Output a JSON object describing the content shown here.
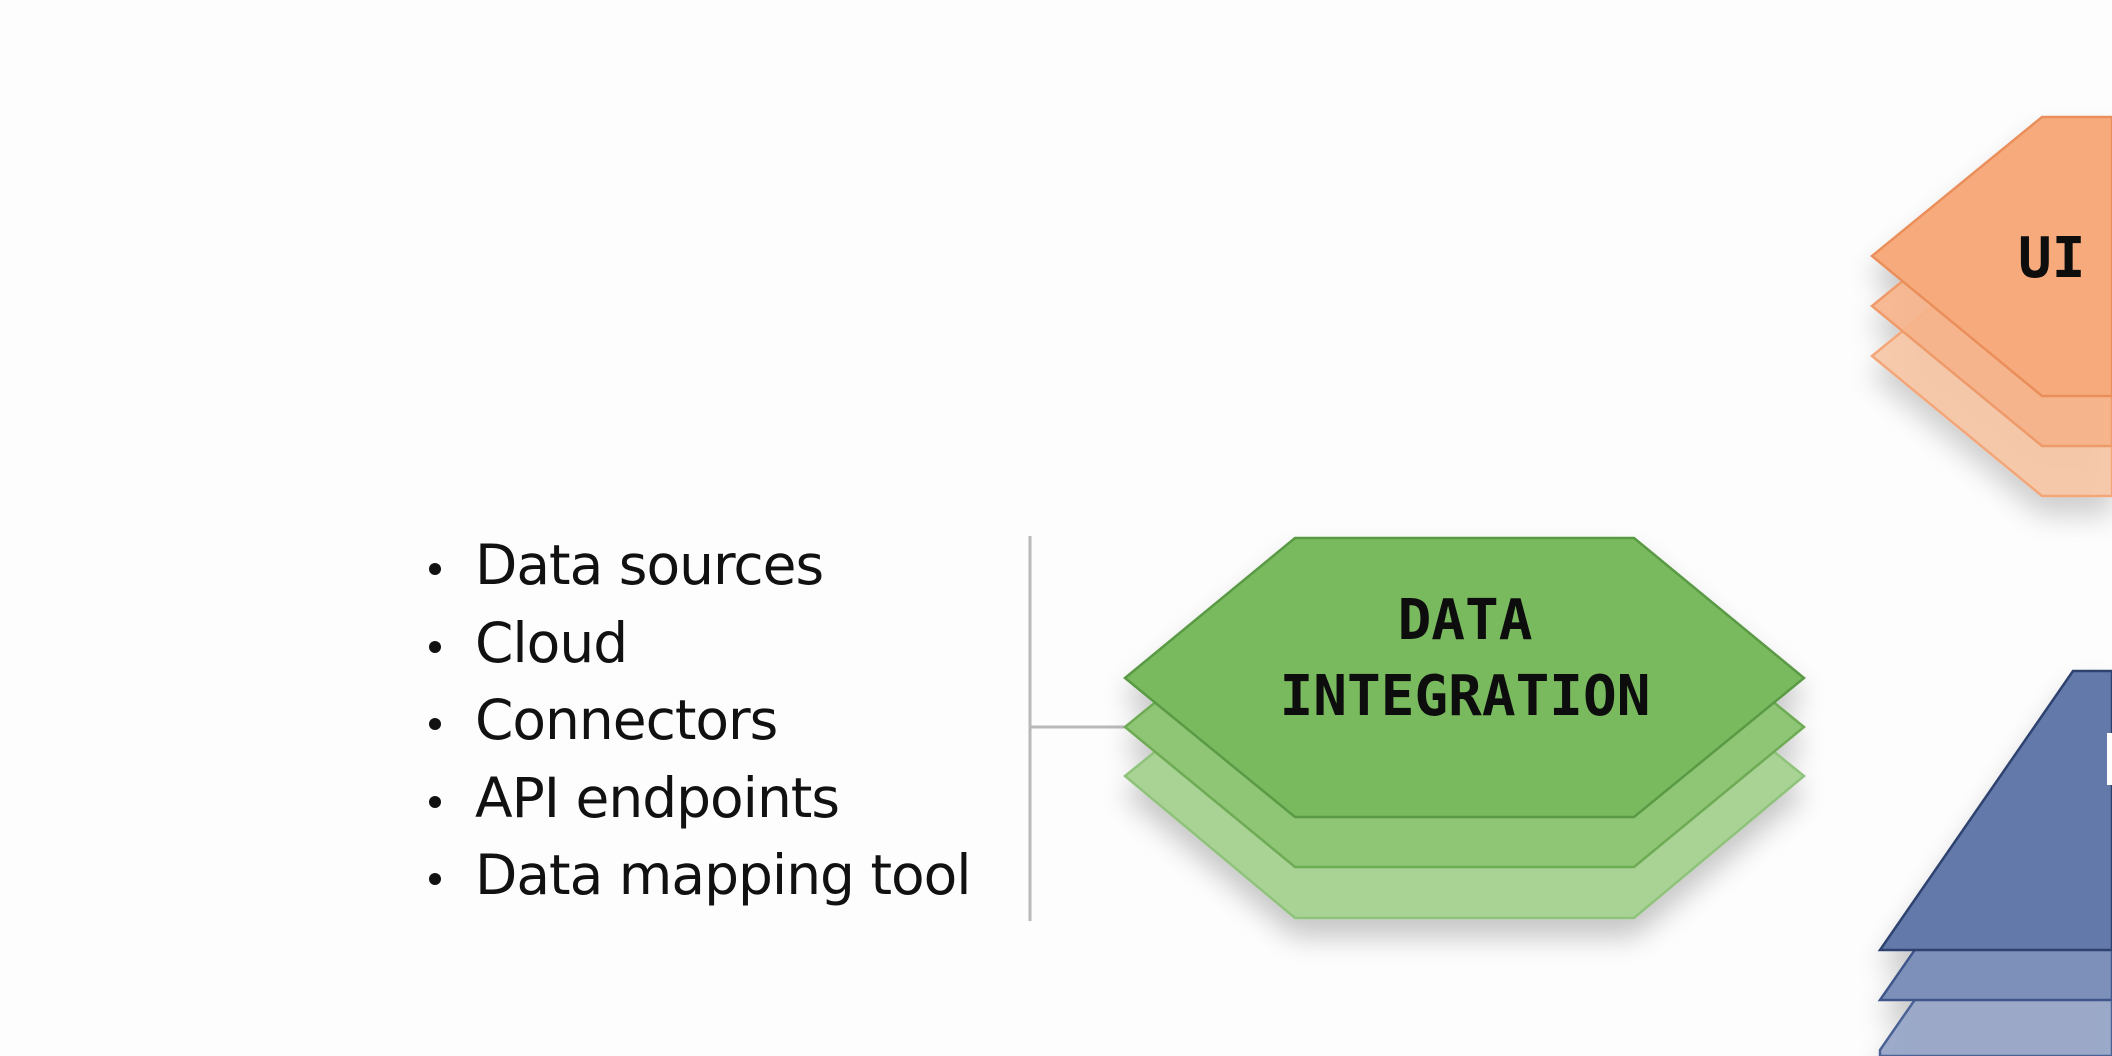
{
  "data_integration": {
    "title_line1": "DATA",
    "title_line2": "INTEGRATION",
    "bullets": [
      "Data sources",
      "Cloud",
      "Connectors",
      "API endpoints",
      "Data mapping tool"
    ],
    "color": "#7aba5f"
  },
  "ui_node": {
    "title": "UI",
    "color": "#f7ab7c"
  },
  "blue_node": {
    "color": "#6279a9"
  }
}
